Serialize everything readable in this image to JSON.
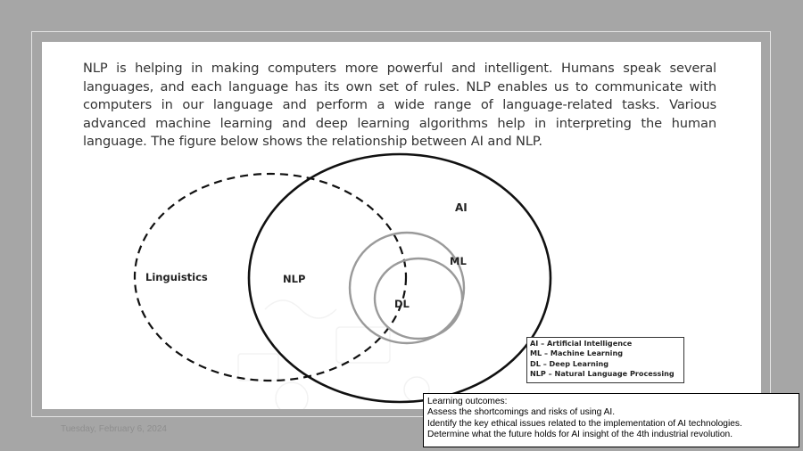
{
  "paragraph": "NLP is helping in making computers more powerful and intelligent. Humans speak several languages, and each language has its own set of rules. NLP enables us to communicate with computers in our language and perform a wide range of language-related tasks. Various advanced machine learning and deep learning algorithms help in interpreting the human language. The figure below shows the relationship between AI and NLP.",
  "diagram": {
    "labels": {
      "linguistics": "Linguistics",
      "nlp": "NLP",
      "ai": "AI",
      "ml": "ML",
      "dl": "DL"
    },
    "legend": [
      "AI – Artificial Intelligence",
      "ML – Machine Learning",
      "DL – Deep Learning",
      "NLP – Natural Language Processing"
    ]
  },
  "footer": {
    "date": "Tuesday, February 6, 2024"
  },
  "learning_outcomes": {
    "heading": "Learning outcomes:",
    "items": [
      "Assess the shortcomings and risks of using AI.",
      "Identify the key ethical issues related to the implementation of AI technologies.",
      "Determine what the future holds for AI insight of the 4th industrial revolution."
    ]
  },
  "colors": {
    "background": "#a6a6a6",
    "slide": "#ffffff",
    "text": "#333333",
    "outer_circle": "#111111",
    "ml_circle": "#a0a0a0"
  }
}
